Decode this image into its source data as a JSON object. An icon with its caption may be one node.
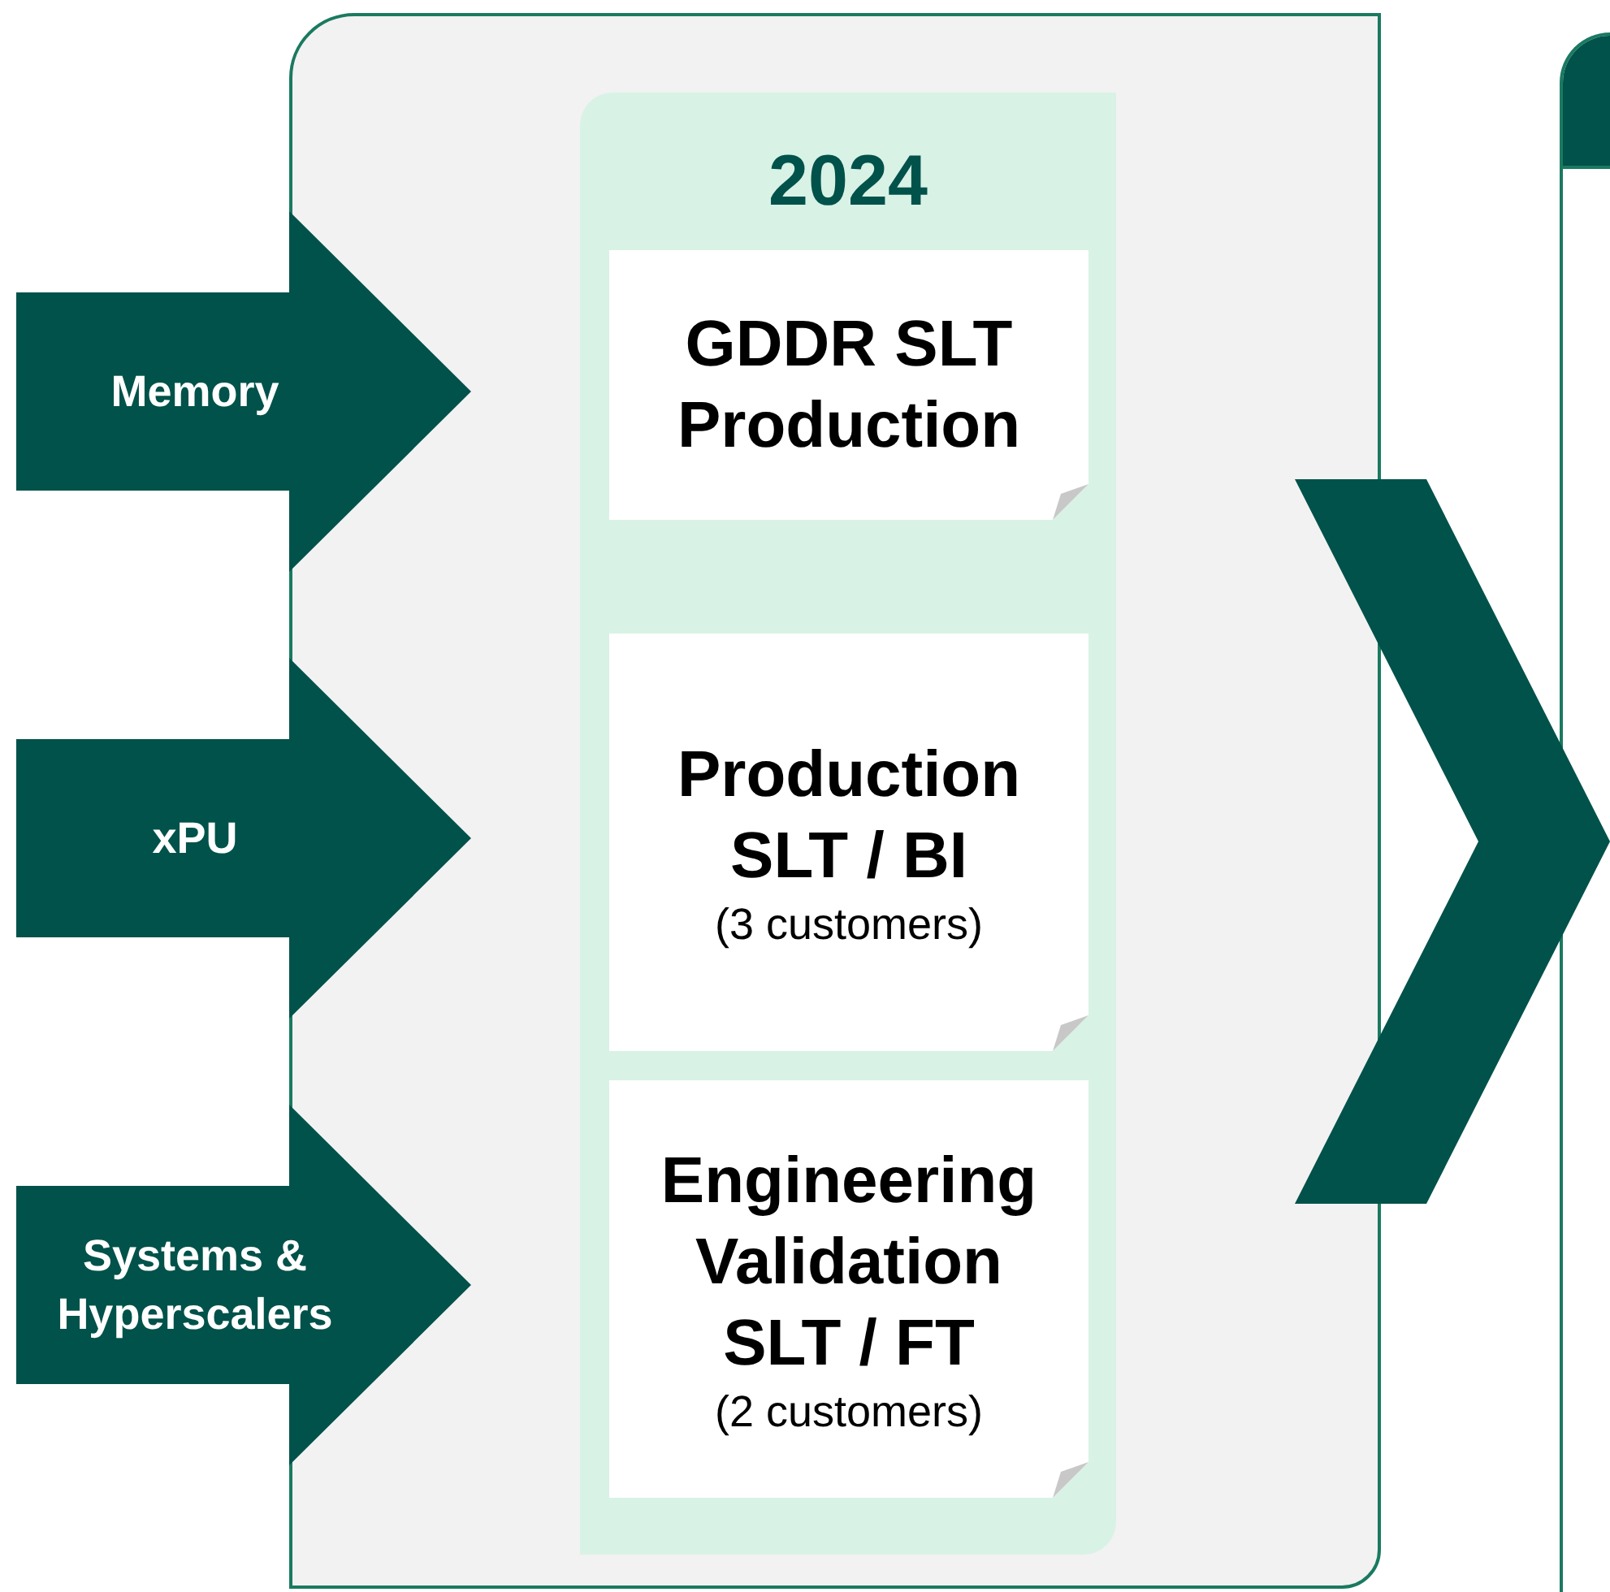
{
  "diagram": {
    "nodes": [
      {
        "text": [],
        "shape": "box"
      },
      {
        "text": [
          "2024"
        ],
        "in": 0
      },
      {
        "text": [
          "GDDR SLT Production"
        ],
        "in": 1
      },
      {
        "text": [
          "Production SLT / BI",
          "(3 customers)"
        ],
        "in": 1
      },
      {
        "text": [
          "Engineering Validation SLT / FT",
          "(2 customers)"
        ],
        "in": 1
      },
      {
        "text": [
          "Memory"
        ]
      },
      {
        "text": [
          "xPU"
        ]
      },
      {
        "text": [
          "Systems & Hyperscalers"
        ]
      },
      {
        "text": [],
        "shape": "box"
      }
    ],
    "edges": [
      {
        "from": 0,
        "to": 8,
        "arrow": "to"
      }
    ]
  }
}
